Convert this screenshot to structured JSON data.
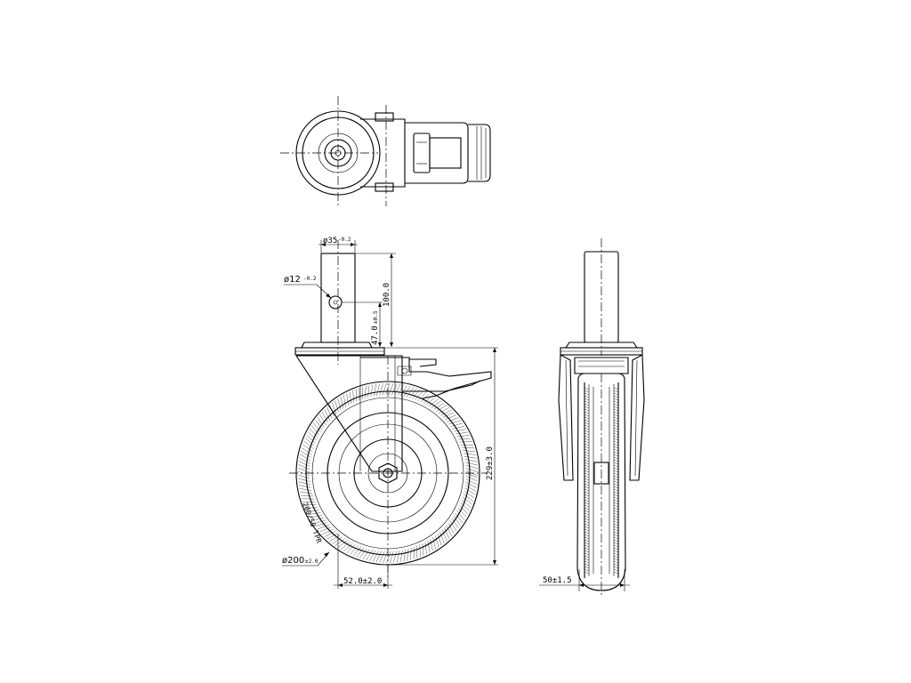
{
  "dimensions": {
    "stem_diameter": "ø35",
    "stem_diameter_tol": "-0.2",
    "hole_diameter": "ø12",
    "hole_diameter_tol": "-0.2",
    "stem_height": "100.0",
    "hole_height": "47.0",
    "hole_height_tol": "±0.5",
    "overall_height": "229±3.0",
    "wheel_diameter": "ø200",
    "wheel_diameter_tol": "±2.0",
    "offset": "52.0±2.0",
    "wheel_width": "50±1.5"
  },
  "tread_marking": "200/50 TPR"
}
